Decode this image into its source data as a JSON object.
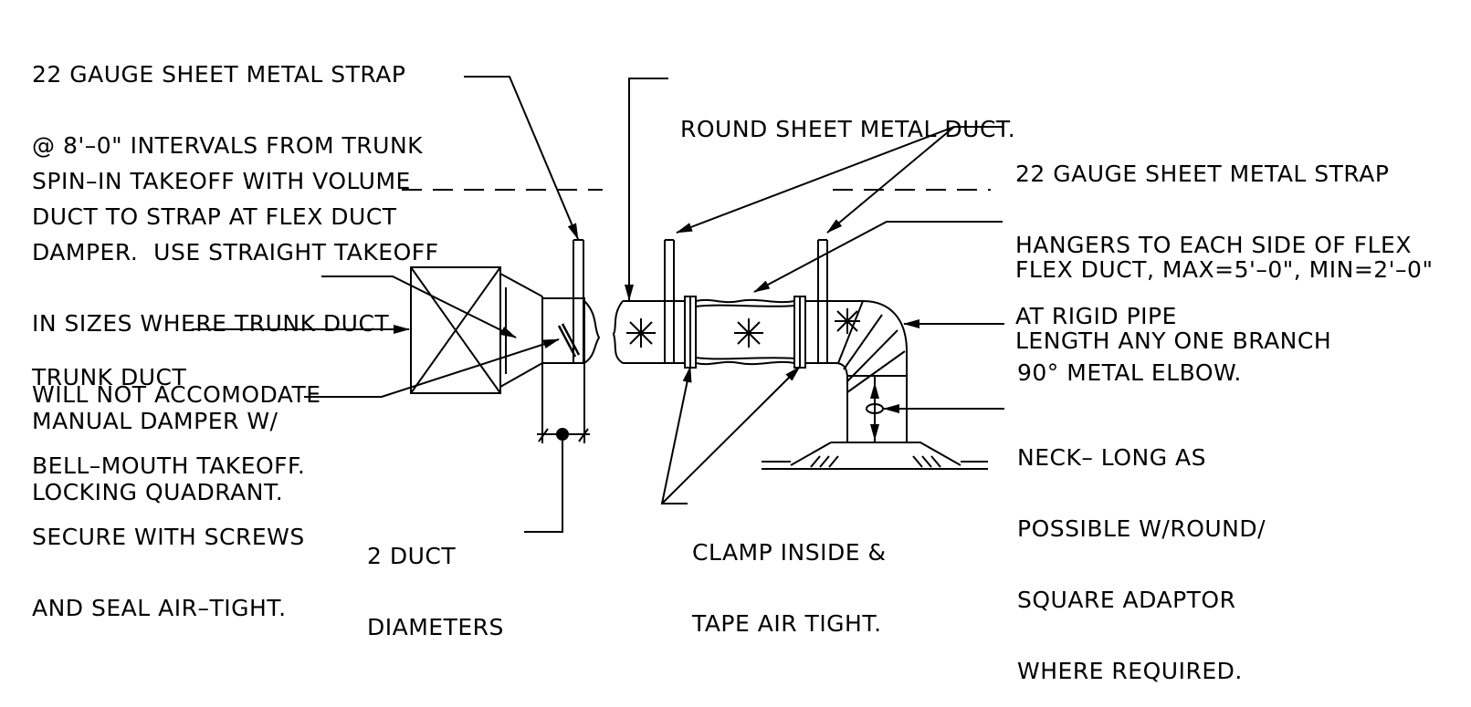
{
  "notes": {
    "strap_trunk": {
      "lines": [
        "22 GAUGE SHEET METAL STRAP",
        "@ 8'–0\" INTERVALS FROM TRUNK",
        "DUCT TO STRAP AT FLEX DUCT"
      ]
    },
    "spin_in": {
      "lines": [
        "SPIN–IN TAKEOFF WITH VOLUME",
        "DAMPER.  USE STRAIGHT TAKEOFF",
        "IN SIZES WHERE TRUNK DUCT",
        "WILL NOT ACCOMODATE",
        "BELL–MOUTH TAKEOFF.",
        "SECURE WITH SCREWS",
        "AND SEAL AIR–TIGHT."
      ]
    },
    "trunk_duct": {
      "lines": [
        "TRUNK DUCT"
      ]
    },
    "manual_damper": {
      "lines": [
        "MANUAL DAMPER W/",
        "LOCKING QUADRANT."
      ]
    },
    "duct_diameters": {
      "lines": [
        "2 DUCT",
        "DIAMETERS"
      ]
    },
    "round_duct": {
      "lines": [
        "ROUND SHEET METAL DUCT."
      ]
    },
    "strap_hangers": {
      "lines": [
        "22 GAUGE SHEET METAL STRAP",
        "HANGERS TO EACH SIDE OF FLEX",
        "AT RIGID PIPE"
      ]
    },
    "flex_duct": {
      "lines": [
        "FLEX DUCT, MAX=5'–0\", MIN=2'–0\"",
        "LENGTH ANY ONE BRANCH"
      ]
    },
    "elbow": {
      "lines": [
        "90° METAL ELBOW."
      ]
    },
    "neck": {
      "lines": [
        "NECK– LONG AS",
        "POSSIBLE W/ROUND/",
        "SQUARE ADAPTOR",
        "WHERE REQUIRED."
      ]
    },
    "clamp": {
      "lines": [
        "CLAMP INSIDE &",
        "TAPE AIR TIGHT."
      ]
    }
  },
  "colors": {
    "ink": "#000000",
    "paper": "#ffffff"
  }
}
